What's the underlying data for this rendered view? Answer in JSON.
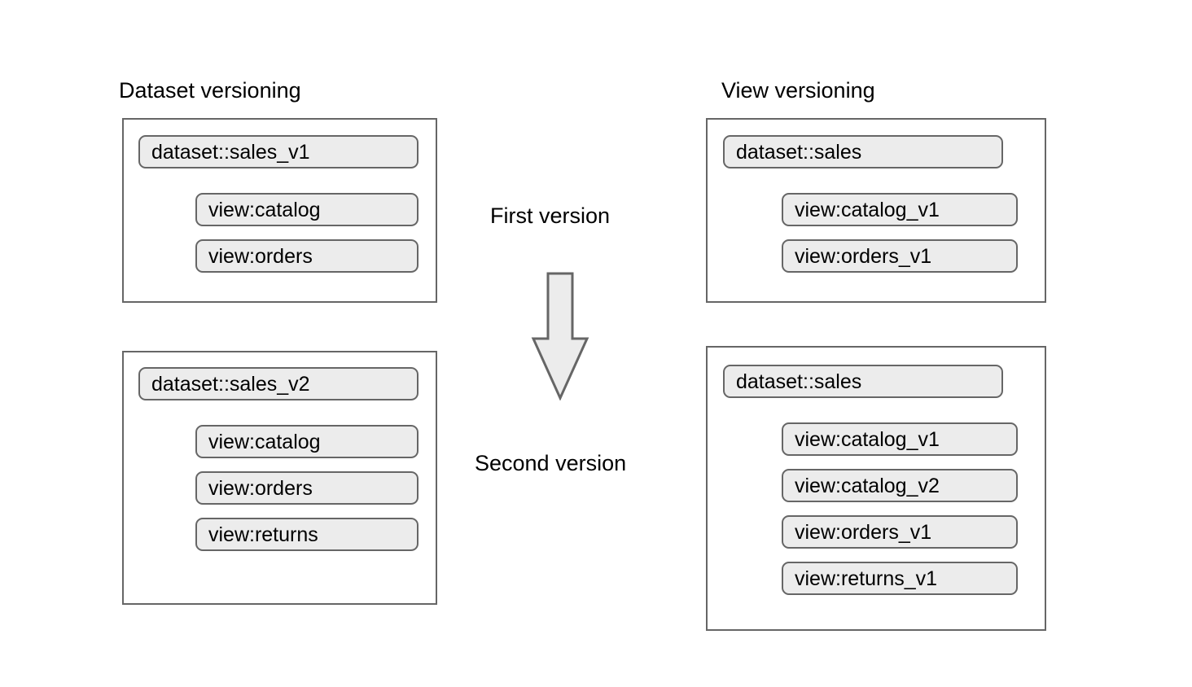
{
  "diagram": {
    "left_column": {
      "title": "Dataset versioning",
      "boxes": [
        {
          "dataset_pill": "dataset::sales_v1",
          "view_pills": [
            "view:catalog",
            "view:orders"
          ]
        },
        {
          "dataset_pill": "dataset::sales_v2",
          "view_pills": [
            "view:catalog",
            "view:orders",
            "view:returns"
          ]
        }
      ]
    },
    "right_column": {
      "title": "View versioning",
      "boxes": [
        {
          "dataset_pill": "dataset::sales",
          "view_pills": [
            "view:catalog_v1",
            "view:orders_v1"
          ]
        },
        {
          "dataset_pill": "dataset::sales",
          "view_pills": [
            "view:catalog_v1",
            "view:catalog_v2",
            "view:orders_v1",
            "view:returns_v1"
          ]
        }
      ]
    },
    "center": {
      "first_label": "First version",
      "second_label": "Second version",
      "arrow_icon": "down-arrow-icon"
    },
    "colors": {
      "background": "#ffffff",
      "pill_fill": "#ececec",
      "pill_stroke": "#666666",
      "box_stroke": "#666666",
      "arrow_fill": "#ececec",
      "arrow_stroke": "#666666",
      "text": "#000000"
    }
  }
}
